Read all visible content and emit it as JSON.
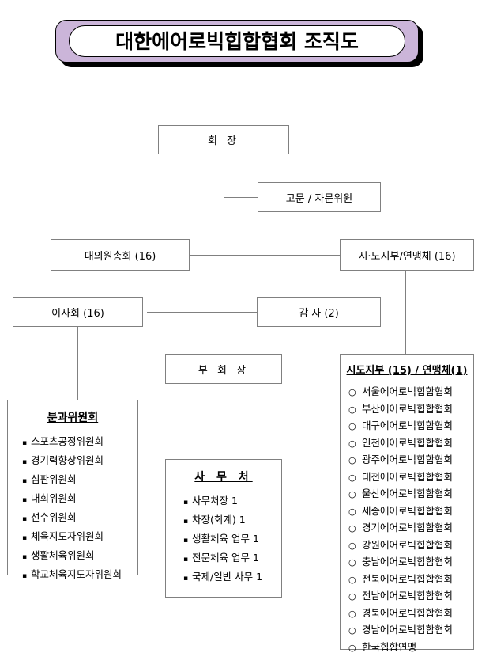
{
  "banner": {
    "title": "대한에어로빅힙합협회 조직도",
    "outer_color": "#cbb5d9",
    "inner_color": "#ffffff"
  },
  "nodes": {
    "president": "회 장",
    "advisor": "고문 / 자문위원",
    "delegates_assembly": "대의원총회 (16)",
    "city_province_branch": "시·도지부/연맹체 (16)",
    "board_of_directors": "이사회 (16)",
    "auditor": "감 사 (2)",
    "vice_president": "부 회 장"
  },
  "subcommittees": {
    "title": "분과위원회",
    "items": [
      "스포츠공정위원회",
      "경기력향상위원회",
      "심판위원회",
      "대회위원회",
      "선수위원회",
      "체육지도자위원회",
      "생활체육위원회",
      "학교체육지도자위원회"
    ]
  },
  "office": {
    "title": "사 무 처",
    "items": [
      "사무처장  1",
      "차장(회계) 1",
      "생활체육 업무 1",
      "전문체육 업무 1",
      "국제/일반 사무 1"
    ]
  },
  "branches": {
    "title": "시도지부 (15) / 연맹체(1)",
    "items": [
      "서울에어로빅힙합협회",
      "부산에어로빅힙합협회",
      "대구에어로빅힙합협회",
      "인천에어로빅힙합협회",
      "광주에어로빅힙합협회",
      "대전에어로빅힙합협회",
      "울산에어로빅힙합협회",
      "세종에어로빅힙합협회",
      "경기에어로빅힙합협회",
      "강원에어로빅힙합협회",
      "충남에어로빅힙합협회",
      "전북에어로빅힙합협회",
      "전남에어로빅힙합협회",
      "경북에어로빅힙합협회",
      "경남에어로빅힙합협회",
      "한국힙합연맹"
    ]
  },
  "bullets": {
    "square": "▪",
    "circle": "○"
  }
}
